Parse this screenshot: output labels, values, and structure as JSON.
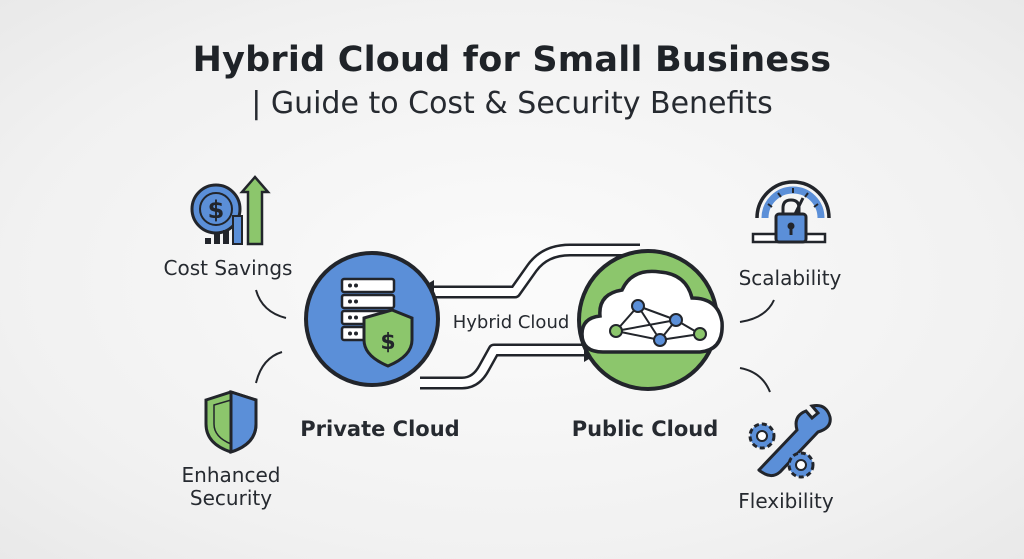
{
  "title": "Hybrid Cloud for Small Business",
  "subtitle": "| Guide to Cost & Security Benefits",
  "center": {
    "link_label": "Hybrid Cloud",
    "private_label": "Private Cloud",
    "public_label": "Public Cloud"
  },
  "benefits": {
    "cost": "Cost Savings",
    "security_line1": "Enhanced",
    "security_line2": "Security",
    "scalability": "Scalability",
    "flexibility": "Flexibility"
  },
  "icons": {
    "cost": "dollar-coin-growth-icon",
    "security": "shield-icon",
    "scalability": "gauge-lock-icon",
    "flexibility": "wrench-gears-icon",
    "private": "server-shield-dollar-icon",
    "public": "cloud-network-icon"
  },
  "colors": {
    "blue": "#5b8fd8",
    "green": "#8cc66c",
    "outline": "#22252b"
  }
}
